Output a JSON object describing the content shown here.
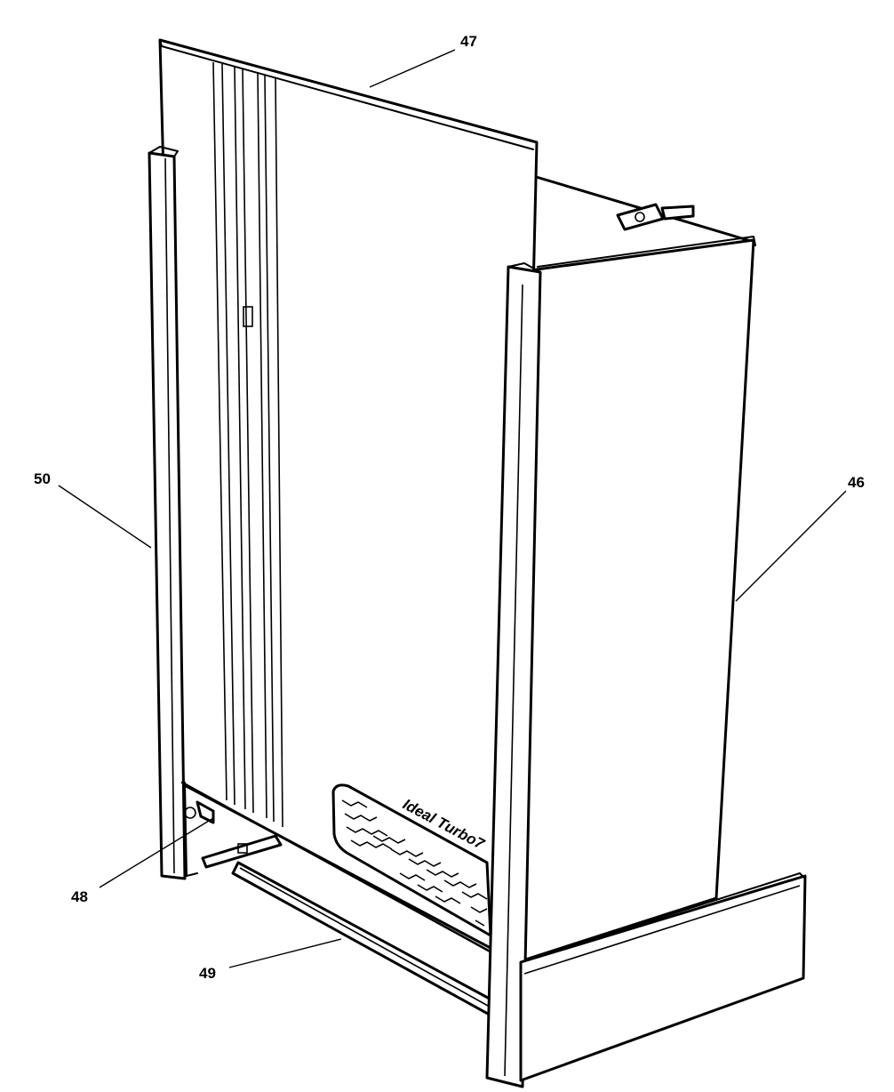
{
  "callouts": {
    "c46": "46",
    "c47": "47",
    "c48": "48",
    "c49": "49",
    "c50": "50"
  },
  "brand": {
    "text": "Ideal Turbo7"
  }
}
